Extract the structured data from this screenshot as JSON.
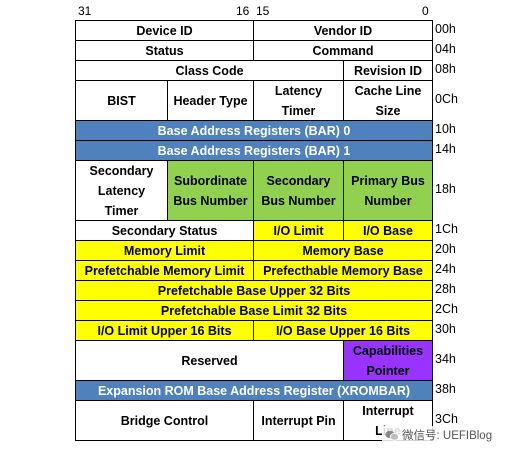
{
  "bit_labels": [
    "31",
    "16",
    "15",
    "0"
  ],
  "colors": {
    "blue": "#4f81bd",
    "yellow": "#ffff00",
    "green": "#92d050",
    "purple": "#9933ff",
    "white": "#ffffff"
  },
  "rows": [
    {
      "offset": "00h",
      "cells": [
        {
          "text": "Device ID",
          "span": 2,
          "color": "white"
        },
        {
          "text": "Vendor ID",
          "span": 2,
          "color": "white"
        }
      ]
    },
    {
      "offset": "04h",
      "cells": [
        {
          "text": "Status",
          "span": 2,
          "color": "white"
        },
        {
          "text": "Command",
          "span": 2,
          "color": "white"
        }
      ]
    },
    {
      "offset": "08h",
      "cells": [
        {
          "text": "Class Code",
          "span": 3,
          "color": "white"
        },
        {
          "text": "Revision ID",
          "span": 1,
          "color": "white"
        }
      ]
    },
    {
      "offset": "0Ch",
      "cells": [
        {
          "text": "BIST",
          "span": 1,
          "color": "white"
        },
        {
          "text": "Header Type",
          "span": 1,
          "color": "white"
        },
        {
          "text": "Latency\nTimer",
          "span": 1,
          "color": "white"
        },
        {
          "text": "Cache Line\nSize",
          "span": 1,
          "color": "white"
        }
      ]
    },
    {
      "offset": "10h",
      "cells": [
        {
          "text": "Base Address Registers (BAR) 0",
          "span": 4,
          "color": "blue"
        }
      ]
    },
    {
      "offset": "14h",
      "cells": [
        {
          "text": "Base Address Registers (BAR) 1",
          "span": 4,
          "color": "blue"
        }
      ]
    },
    {
      "offset": "18h",
      "cells": [
        {
          "text": "Secondary\nLatency\nTimer",
          "span": 1,
          "color": "white"
        },
        {
          "text": "Subordinate\nBus Number",
          "span": 1,
          "color": "green"
        },
        {
          "text": "Secondary\nBus Number",
          "span": 1,
          "color": "green"
        },
        {
          "text": "Primary Bus\nNumber",
          "span": 1,
          "color": "green"
        }
      ]
    },
    {
      "offset": "1Ch",
      "cells": [
        {
          "text": "Secondary Status",
          "span": 2,
          "color": "white"
        },
        {
          "text": "I/O Limit",
          "span": 1,
          "color": "yellow"
        },
        {
          "text": "I/O Base",
          "span": 1,
          "color": "yellow"
        }
      ]
    },
    {
      "offset": "20h",
      "cells": [
        {
          "text": "Memory Limit",
          "span": 2,
          "color": "yellow"
        },
        {
          "text": "Memory Base",
          "span": 2,
          "color": "yellow"
        }
      ]
    },
    {
      "offset": "24h",
      "cells": [
        {
          "text": "Prefetchable Memory Limit",
          "span": 2,
          "color": "yellow"
        },
        {
          "text": "Prefecthable Memory Base",
          "span": 2,
          "color": "yellow"
        }
      ]
    },
    {
      "offset": "28h",
      "cells": [
        {
          "text": "Prefetchable Base Upper 32 Bits",
          "span": 4,
          "color": "yellow"
        }
      ]
    },
    {
      "offset": "2Ch",
      "cells": [
        {
          "text": "Prefetchable Base Limit 32 Bits",
          "span": 4,
          "color": "yellow"
        }
      ]
    },
    {
      "offset": "30h",
      "cells": [
        {
          "text": "I/O Limit Upper 16 Bits",
          "span": 2,
          "color": "yellow"
        },
        {
          "text": "I/O Base Upper 16 Bits",
          "span": 2,
          "color": "yellow"
        }
      ]
    },
    {
      "offset": "34h",
      "cells": [
        {
          "text": "Reserved",
          "span": 3,
          "color": "white"
        },
        {
          "text": "Capabilities\nPointer",
          "span": 1,
          "color": "purple"
        }
      ]
    },
    {
      "offset": "38h",
      "cells": [
        {
          "text": "Expansion ROM Base Address Register (XROMBAR)",
          "span": 4,
          "color": "blue"
        }
      ]
    },
    {
      "offset": "3Ch",
      "cells": [
        {
          "text": "Bridge Control",
          "span": 2,
          "color": "white"
        },
        {
          "text": "Interrupt Pin",
          "span": 1,
          "color": "white"
        },
        {
          "text": "Interrupt\nLine",
          "span": 1,
          "color": "white"
        }
      ]
    }
  ],
  "watermark": {
    "text": "微信号: UEFIBlog",
    "icon": "wechat-icon"
  }
}
